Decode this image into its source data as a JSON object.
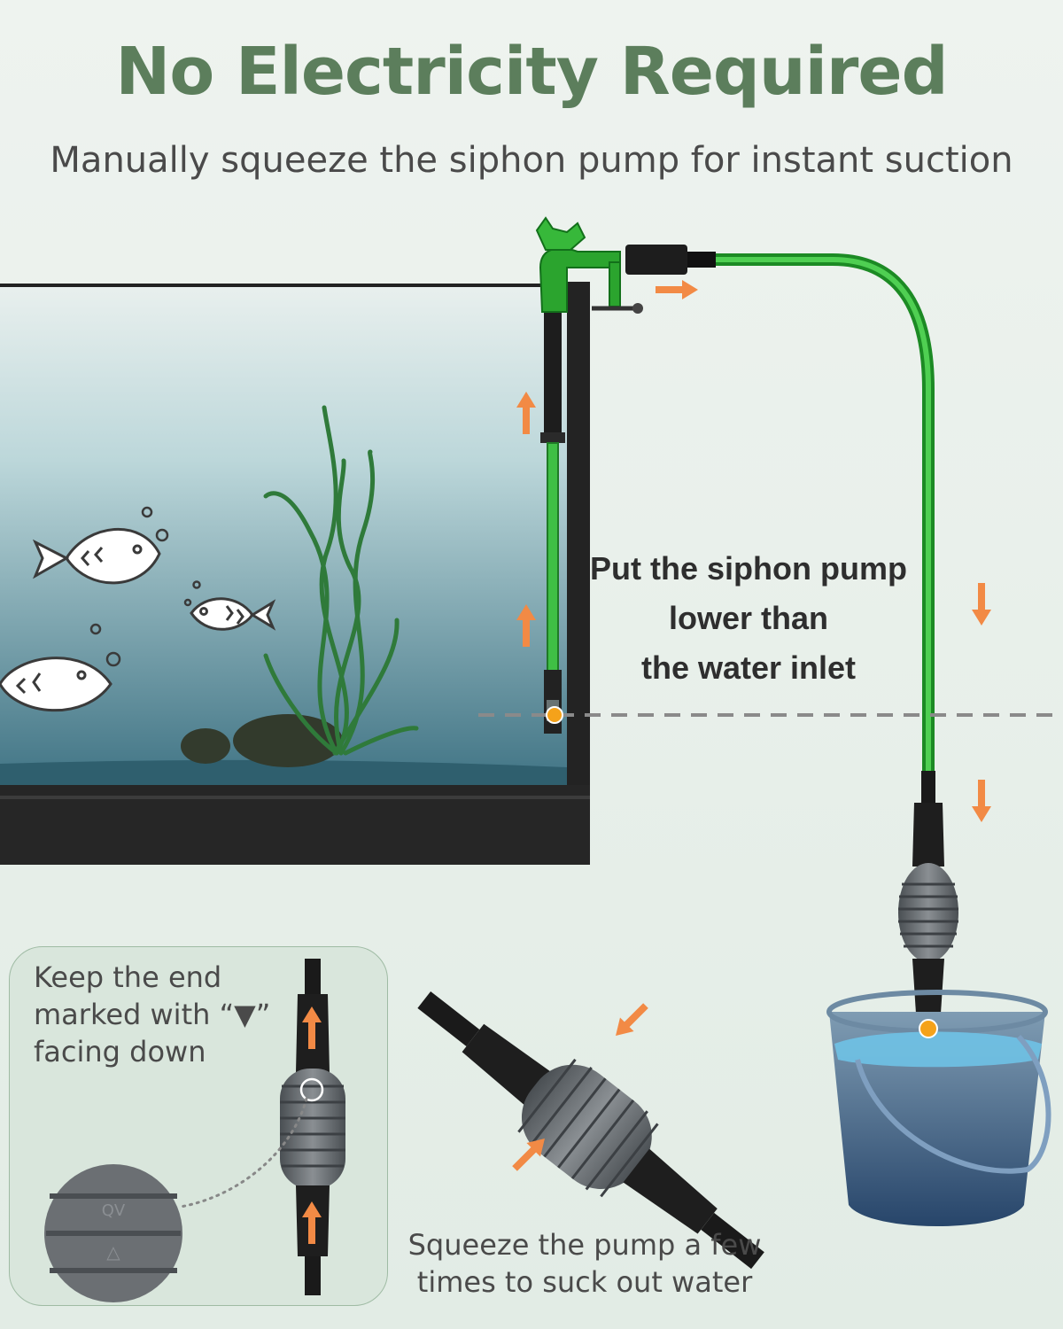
{
  "header": {
    "title": "No Electricity Required",
    "subtitle": "Manually squeeze the siphon pump for instant suction"
  },
  "note": {
    "lines": [
      "Put the siphon pump",
      "lower than",
      "the water inlet"
    ]
  },
  "tip_orientation": {
    "lines": [
      "Keep the end",
      "marked with “▼”",
      "facing down"
    ],
    "pump_marks": [
      "QV",
      "△"
    ]
  },
  "tip_squeeze": {
    "lines": [
      "Squeeze the pump a few",
      "times to suck out water"
    ]
  },
  "colors": {
    "title_green": "#5c7e5c",
    "arrow_orange": "#f28a45",
    "hose_green": "#3dbb3d",
    "water_teal": "#3c6a78",
    "bucket_blue": "#5a7d99",
    "panel_bg": "#d9e6dc"
  }
}
